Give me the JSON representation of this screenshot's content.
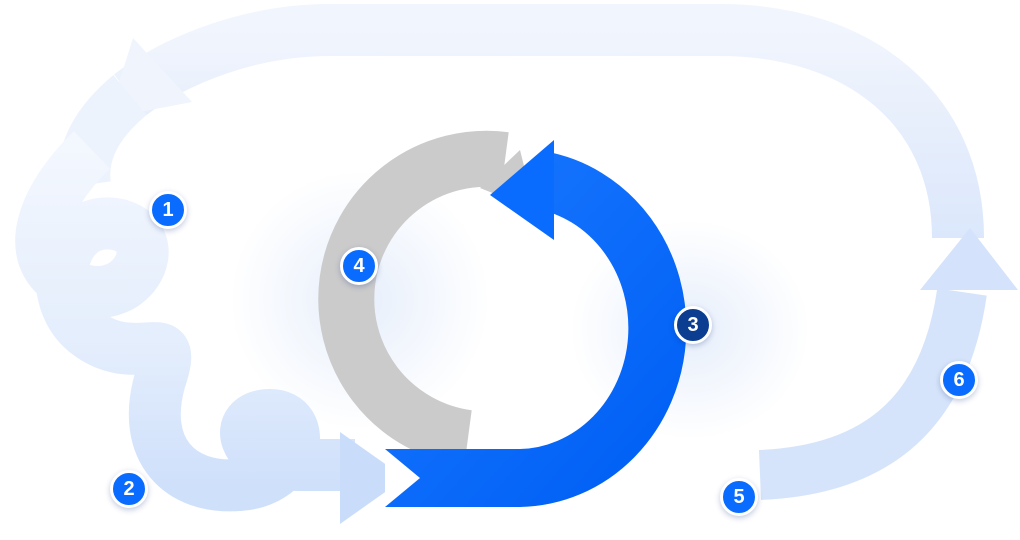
{
  "colors": {
    "primary_blue": "#0a6cff",
    "dark_blue": "#0b3d91",
    "gray": "#cccccc",
    "pale_blue": "#eaf1fd",
    "light_blue": "#d2e2fb",
    "badge_border": "#ffffff"
  },
  "steps": [
    {
      "id": "1",
      "label": "1",
      "color": "#0a6cff"
    },
    {
      "id": "2",
      "label": "2",
      "color": "#0a6cff"
    },
    {
      "id": "3",
      "label": "3",
      "color": "#0b3d91"
    },
    {
      "id": "4",
      "label": "4",
      "color": "#0a6cff"
    },
    {
      "id": "5",
      "label": "5",
      "color": "#0a6cff"
    },
    {
      "id": "6",
      "label": "6",
      "color": "#0a6cff"
    }
  ]
}
